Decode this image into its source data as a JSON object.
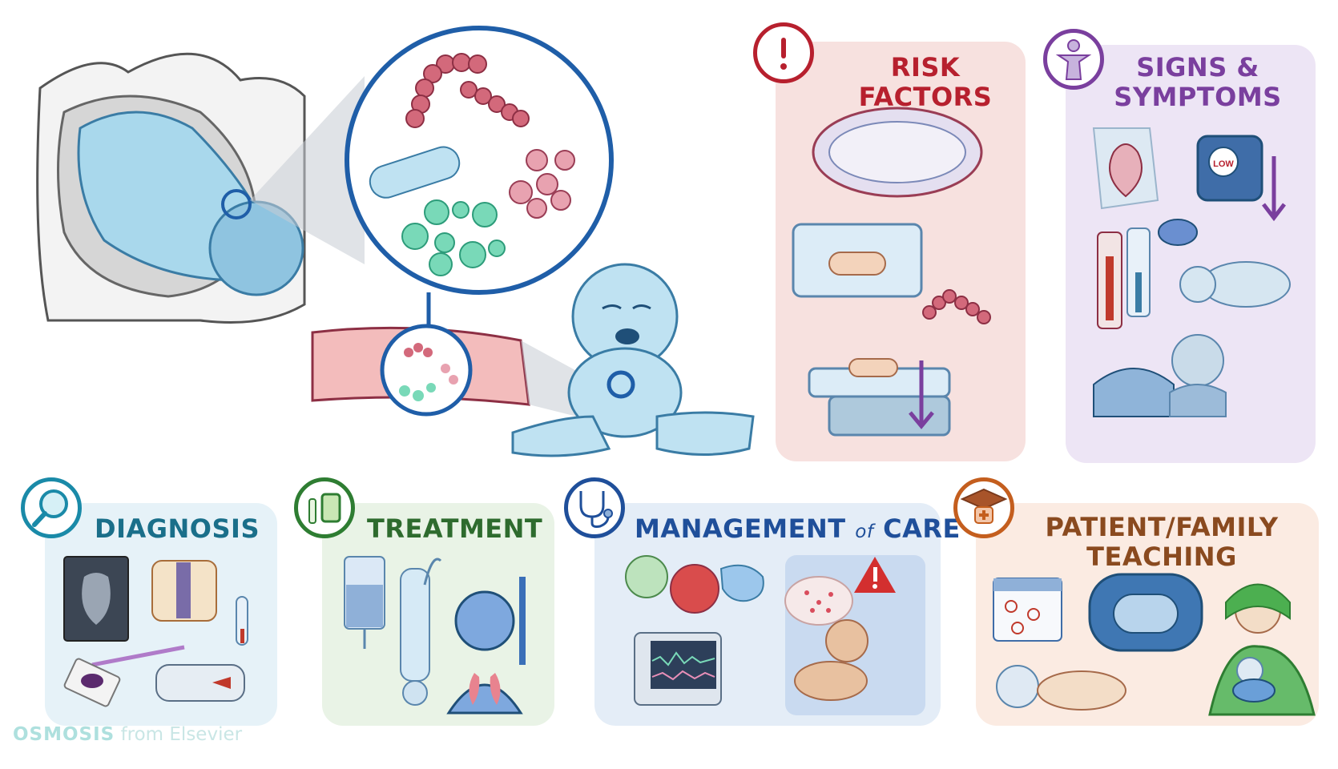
{
  "sections": {
    "risk_factors": {
      "title": "RISK FACTORS",
      "color": "#b7202e",
      "bg": "#f7e1df"
    },
    "signs_symptoms": {
      "title_line1": "SIGNS &",
      "title_line2": "SYMPTOMS",
      "color": "#7a3f9e",
      "bg": "#ede5f5"
    },
    "diagnosis": {
      "title": "DIAGNOSIS",
      "color": "#1a6f8a",
      "bg": "#e6f2f8"
    },
    "treatment": {
      "title": "TREATMENT",
      "color": "#2e7d32",
      "bg": "#e9f3e6"
    },
    "management": {
      "title_part1": "MANAGEMENT",
      "title_of": "of",
      "title_part2": "CARE",
      "color": "#1f4f9a",
      "bg": "#e4edf7"
    },
    "teaching": {
      "title_line1": "PATIENT/FAMILY",
      "title_line2": "TEACHING",
      "color": "#8a4a1f",
      "bg": "#fbebe2"
    }
  },
  "monitor_badge": "LOW",
  "brand": {
    "name": "OSMOSIS",
    "suffix": "from Elsevier"
  }
}
